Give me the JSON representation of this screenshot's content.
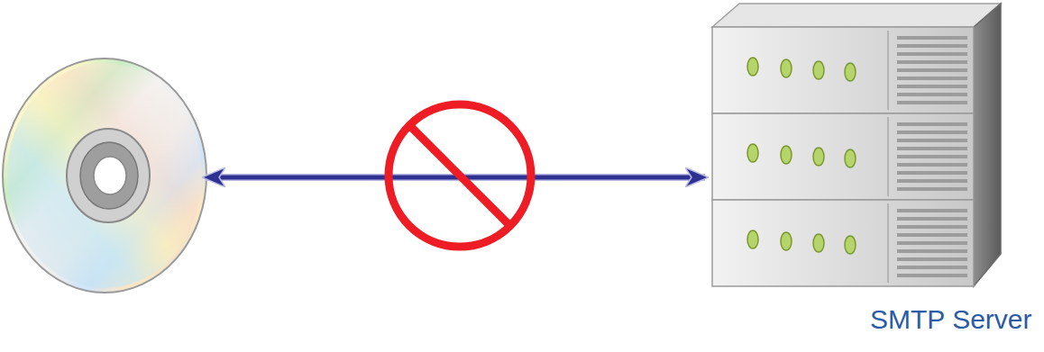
{
  "diagram": {
    "nodes": [
      {
        "text": []
      },
      {
        "text": [
          "SMTP Server"
        ]
      }
    ],
    "edges": [
      {
        "from": 0,
        "to": 1,
        "arrow": "both"
      }
    ]
  }
}
